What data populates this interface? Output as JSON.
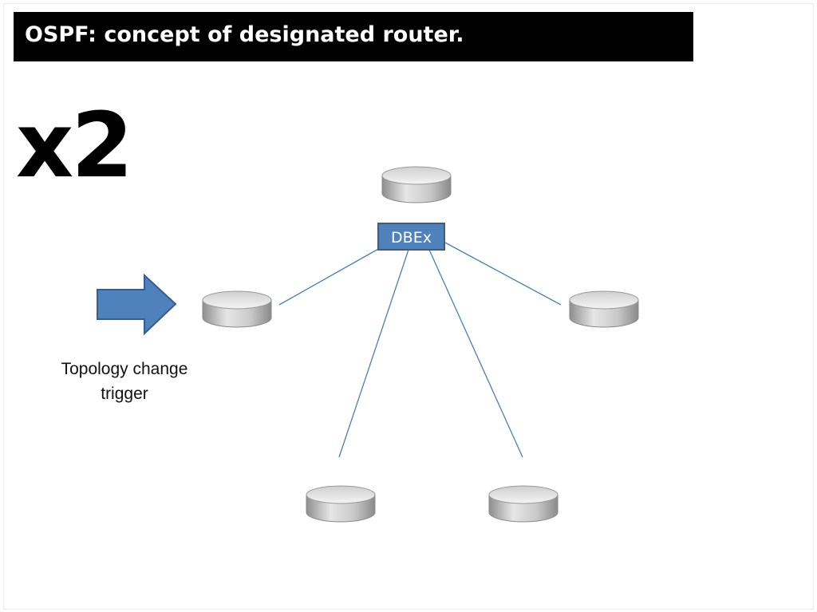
{
  "slide": {
    "title": "OSPF: concept of designated router.",
    "multiplier": "x2",
    "trigger_caption_line1": "Topology change",
    "trigger_caption_line2": "trigger",
    "dbex_label": "DBEx"
  },
  "colors": {
    "accent": "#4F81BD",
    "accent_border": "#385D8A",
    "line": "#4A7EBB"
  }
}
